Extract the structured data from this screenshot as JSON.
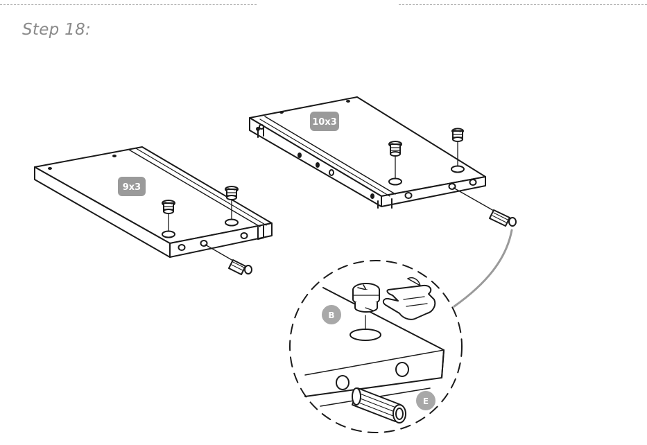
{
  "step": {
    "title": "Step 18:"
  },
  "panels": [
    {
      "badge": "9x3"
    },
    {
      "badge": "10x3"
    }
  ],
  "detail": {
    "callouts": [
      "B",
      "E"
    ]
  },
  "colors": {
    "line": "#1a1a1a",
    "badge": "#9a9a9a",
    "callout": "#a8a8a8",
    "title": "#8a8a8a"
  }
}
